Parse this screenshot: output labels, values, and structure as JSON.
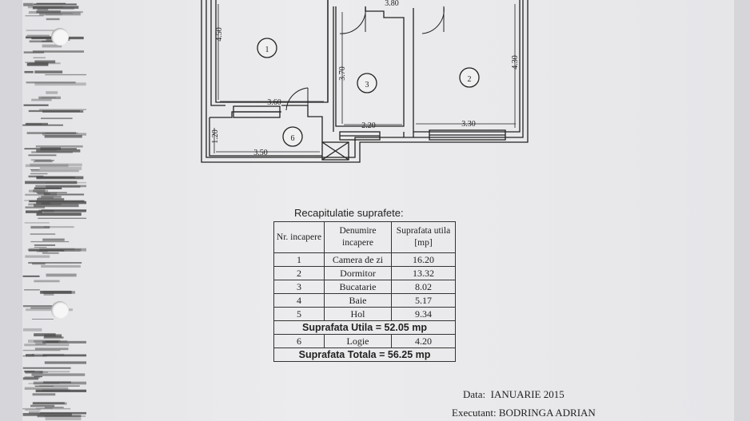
{
  "plan": {
    "rooms": [
      "1",
      "2",
      "3",
      "6"
    ],
    "dimensions": {
      "room1_height": "4.50",
      "top_width": "3.80",
      "room3_height": "3.70",
      "room2_height": "4.30",
      "room1_width": "3.60",
      "room3_width": "2.20",
      "room2_width": "3.30",
      "logia_height": "1.20",
      "logia_width": "3.50"
    }
  },
  "table": {
    "title": "Recapitulatie suprafete:",
    "headers": [
      "Nr. incapere",
      "Denumire incapere",
      "Suprafata utila [mp]"
    ],
    "rows": [
      {
        "nr": "1",
        "name": "Camera de zi",
        "area": "16.20"
      },
      {
        "nr": "2",
        "name": "Dormitor",
        "area": "13.32"
      },
      {
        "nr": "3",
        "name": "Bucatarie",
        "area": "8.02"
      },
      {
        "nr": "4",
        "name": "Baie",
        "area": "5.17"
      },
      {
        "nr": "5",
        "name": "Hol",
        "area": "9.34"
      }
    ],
    "subtotal": "Suprafata Utila  =  52.05 mp",
    "extra_row": {
      "nr": "6",
      "name": "Logie",
      "area": "4.20"
    },
    "total": "Suprafata Totala  =  56.25 mp"
  },
  "footer": {
    "date_label": "Data:",
    "date_value": "IANUARIE 2015",
    "executant_label": "Executant:",
    "executant_value": "BODRINGA  ADRIAN"
  }
}
